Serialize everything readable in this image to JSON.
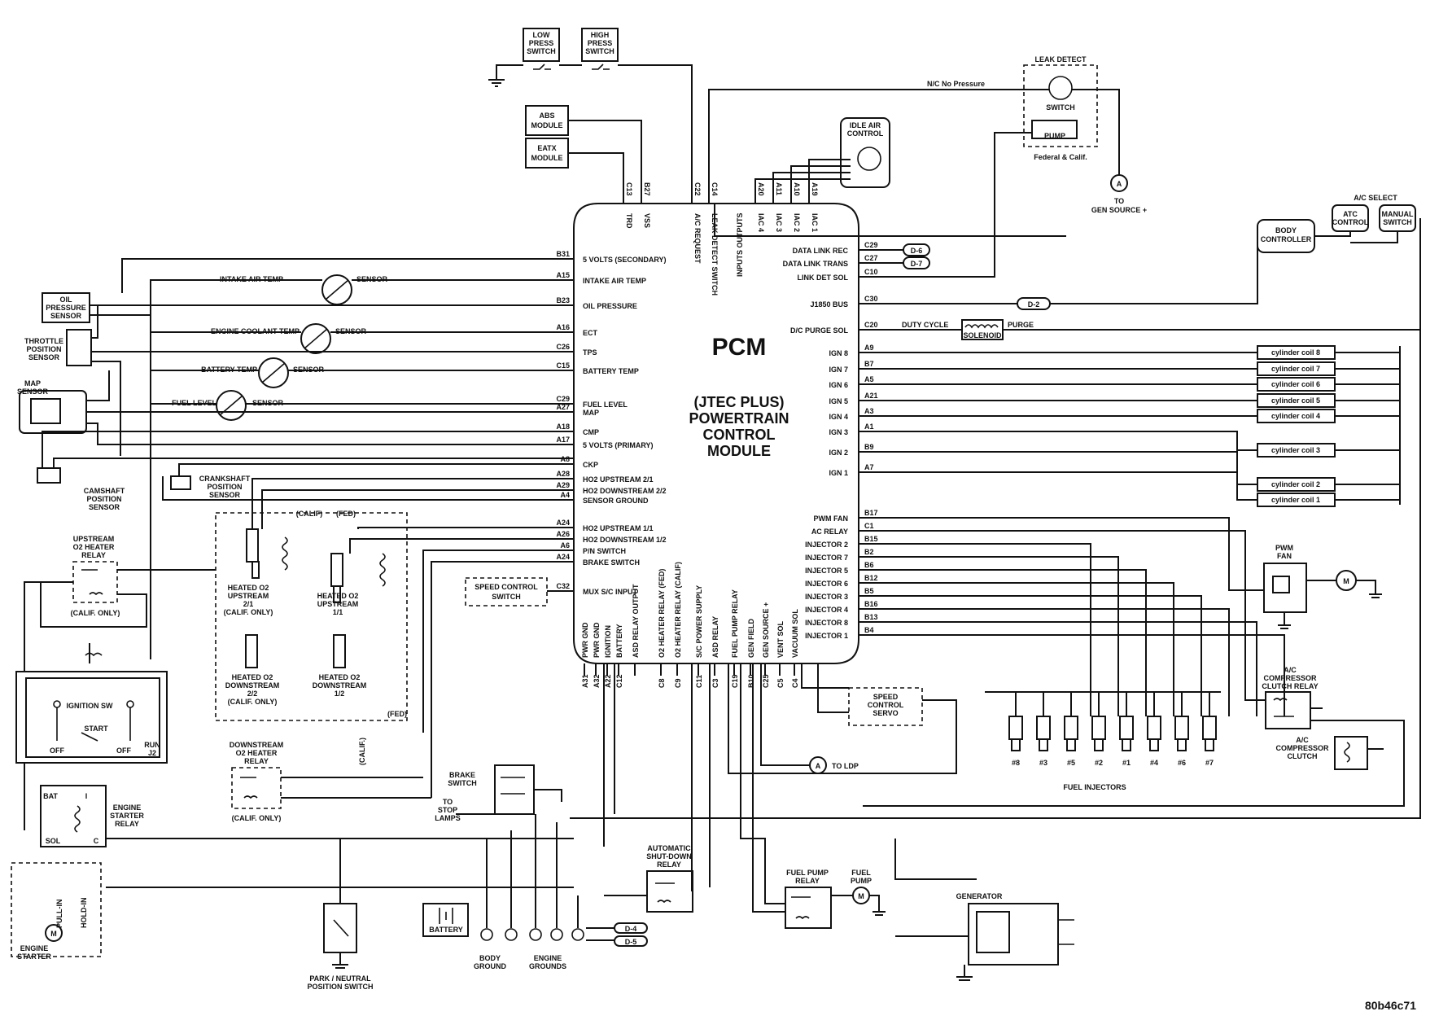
{
  "pcm": {
    "title": "PCM",
    "subtitle": [
      "(JTEC PLUS)",
      "POWERTRAIN",
      "CONTROL",
      "MODULE"
    ],
    "inputs_outputs": "INPUTS OUTPUTS"
  },
  "pins_top": [
    {
      "pin": "C13",
      "label": "TRD"
    },
    {
      "pin": "B27",
      "label": "VSS"
    },
    {
      "pin": "C22",
      "label": "A/C REQUEST"
    },
    {
      "pin": "C14",
      "label": "LEAK DETECT SWITCH"
    },
    {
      "pin": "A20",
      "label": "IAC 4"
    },
    {
      "pin": "A11",
      "label": "IAC 3"
    },
    {
      "pin": "A10",
      "label": "IAC 2"
    },
    {
      "pin": "A19",
      "label": "IAC 1"
    }
  ],
  "pins_left": [
    {
      "pin": "B31",
      "label": "5 VOLTS (SECONDARY)"
    },
    {
      "pin": "A15",
      "label": "INTAKE AIR TEMP"
    },
    {
      "pin": "B23",
      "label": "OIL PRESSURE"
    },
    {
      "pin": "A16",
      "label": "ECT"
    },
    {
      "pin": "C26",
      "label": "TPS"
    },
    {
      "pin": "C15",
      "label": "BATTERY TEMP"
    },
    {
      "pin": "C29",
      "label": "FUEL LEVEL"
    },
    {
      "pin": "A27",
      "label": "MAP"
    },
    {
      "pin": "A18",
      "label": "CMP"
    },
    {
      "pin": "A17",
      "label": "5 VOLTS (PRIMARY)"
    },
    {
      "pin": "A8",
      "label": "CKP"
    },
    {
      "pin": "A28",
      "label": "HO2 UPSTREAM 2/1"
    },
    {
      "pin": "A29",
      "label": "HO2 DOWNSTREAM 2/2"
    },
    {
      "pin": "A4",
      "label": "SENSOR GROUND"
    },
    {
      "pin": "A24",
      "label": "HO2 UPSTREAM 1/1"
    },
    {
      "pin": "A26",
      "label": "HO2 DOWNSTREAM 1/2"
    },
    {
      "pin": "A6",
      "label": "P/N SWITCH"
    },
    {
      "pin": "A24",
      "label": "BRAKE SWITCH"
    },
    {
      "pin": "C32",
      "label": "MUX S/C INPUT"
    }
  ],
  "pins_right": [
    {
      "pin": "C29",
      "label": "DATA LINK REC"
    },
    {
      "pin": "C27",
      "label": "DATA LINK TRANS"
    },
    {
      "pin": "C10",
      "label": "LINK DET SOL"
    },
    {
      "pin": "C30",
      "label": "J1850 BUS"
    },
    {
      "pin": "C20",
      "label": "D/C PURGE SOL"
    },
    {
      "pin": "A9",
      "label": "IGN 8"
    },
    {
      "pin": "B7",
      "label": "IGN 7"
    },
    {
      "pin": "A5",
      "label": "IGN 6"
    },
    {
      "pin": "A21",
      "label": "IGN 5"
    },
    {
      "pin": "A3",
      "label": "IGN 4"
    },
    {
      "pin": "A1",
      "label": "IGN 3"
    },
    {
      "pin": "B9",
      "label": "IGN 2"
    },
    {
      "pin": "A7",
      "label": "IGN 1"
    },
    {
      "pin": "B17",
      "label": "PWM FAN"
    },
    {
      "pin": "C1",
      "label": "AC RELAY"
    },
    {
      "pin": "B15",
      "label": "INJECTOR 2"
    },
    {
      "pin": "B2",
      "label": "INJECTOR 7"
    },
    {
      "pin": "B6",
      "label": "INJECTOR 5"
    },
    {
      "pin": "B12",
      "label": "INJECTOR 6"
    },
    {
      "pin": "B5",
      "label": "INJECTOR 3"
    },
    {
      "pin": "B16",
      "label": "INJECTOR 4"
    },
    {
      "pin": "B13",
      "label": "INJECTOR 8"
    },
    {
      "pin": "B4",
      "label": "INJECTOR 1"
    }
  ],
  "pins_bottom": [
    {
      "pin": "A31",
      "label": "PWR GND"
    },
    {
      "pin": "A32",
      "label": "PWR GND"
    },
    {
      "pin": "A22",
      "label": "IGNITION"
    },
    {
      "pin": "C12",
      "label": "BATTERY"
    },
    {
      "pin": "",
      "label": "ASD RELAY OUTPUT"
    },
    {
      "pin": "C8",
      "label": "O2 HEATER RELAY (FED)"
    },
    {
      "pin": "C9",
      "label": "O2 HEATER RELAY (CALIF)"
    },
    {
      "pin": "C11",
      "label": "S/C POWER SUPPLY"
    },
    {
      "pin": "C3",
      "label": "ASD RELAY"
    },
    {
      "pin": "C19",
      "label": "FUEL PUMP RELAY"
    },
    {
      "pin": "B10",
      "label": "GEN FIELD"
    },
    {
      "pin": "C25",
      "label": "GEN SOURCE +"
    },
    {
      "pin": "C5",
      "label": "VENT SOL"
    },
    {
      "pin": "C4",
      "label": "VACUUM SOL"
    }
  ],
  "components": {
    "low_press": [
      "LOW",
      "PRESS",
      "SWITCH"
    ],
    "high_press": [
      "HIGH",
      "PRESS",
      "SWITCH"
    ],
    "abs": [
      "ABS",
      "MODULE"
    ],
    "eatx": [
      "EATX",
      "MODULE"
    ],
    "idle_air": [
      "IDLE AIR",
      "CONTROL"
    ],
    "leak_detect": "LEAK DETECT",
    "nc_no_pressure": "N/C No Pressure",
    "switch": "SWITCH",
    "pump": "PUMP",
    "federal_calif": "Federal & Calif.",
    "gen_source": [
      "TO",
      "GEN SOURCE +"
    ],
    "connector_a": "A",
    "ac_select": "A/C SELECT",
    "atc": [
      "ATC",
      "CONTROL"
    ],
    "manual": [
      "MANUAL",
      "SWITCH"
    ],
    "body_controller": [
      "BODY",
      "CONTROLLER"
    ],
    "d6": "D-6",
    "d7": "D-7",
    "d2": "D-2",
    "d4": "D-4",
    "d5": "D-5",
    "duty_cycle": "DUTY CYCLE",
    "purge": "PURGE",
    "solenoid": "SOLENOID",
    "coils": [
      "cylinder coil 8",
      "cylinder coil 7",
      "cylinder coil 6",
      "cylinder coil 5",
      "cylinder coil 4",
      "cylinder coil 3",
      "cylinder coil 2",
      "cylinder coil 1"
    ],
    "oil_pressure": [
      "OIL",
      "PRESSURE",
      "SENSOR"
    ],
    "intake_air": "INTAKE AIR TEMP",
    "sensor": "SENSOR",
    "coolant": "ENGINE COOLANT TEMP",
    "throttle": [
      "THROTTLE",
      "POSITION",
      "SENSOR"
    ],
    "battery_temp": "BATTERY TEMP",
    "map_sensor": [
      "MAP",
      "SENSOR"
    ],
    "fuel_level": "FUEL LEVEL",
    "camshaft": [
      "CAMSHAFT",
      "POSITION",
      "SENSOR"
    ],
    "crankshaft": [
      "CRANKSHAFT",
      "POSITION",
      "SENSOR"
    ],
    "calif": "(CALIF)",
    "fed": "(FED)",
    "fed2": "(FED)",
    "calif_v": "(CALIF.)",
    "upstream_relay": [
      "UPSTREAM",
      "O2 HEATER",
      "RELAY"
    ],
    "calif_only": "(CALIF. ONLY)",
    "ho2_21": [
      "HEATED O2",
      "UPSTREAM",
      "2/1",
      "(CALIF. ONLY)"
    ],
    "ho2_11": [
      "HEATED O2",
      "UPSTREAM",
      "1/1"
    ],
    "ho2_22": [
      "HEATED O2",
      "DOWNSTREAM",
      "2/2",
      "(CALIF. ONLY)"
    ],
    "ho2_12": [
      "HEATED O2",
      "DOWNSTREAM",
      "1/2"
    ],
    "speed_switch": [
      "SPEED CONTROL",
      "SWITCH"
    ],
    "ignition_sw": "IGNITION SW",
    "start": "START",
    "off": "OFF",
    "run": [
      "RUN",
      "J2"
    ],
    "downstream_relay": [
      "DOWNSTREAM",
      "O2 HEATER",
      "RELAY"
    ],
    "bat": "BAT",
    "sol": "SOL",
    "c": "C",
    "i": "I",
    "starter_relay": [
      "ENGINE",
      "STARTER",
      "RELAY"
    ],
    "pull_in": "PULL-IN",
    "hold_in": "HOLD-IN",
    "engine_starter": [
      "ENGINE",
      "STARTER"
    ],
    "m": "M",
    "park_neutral": [
      "PARK / NEUTRAL",
      "POSITION SWITCH"
    ],
    "brake_switch": [
      "BRAKE",
      "SWITCH"
    ],
    "stop_lamps": [
      "TO",
      "STOP",
      "LAMPS"
    ],
    "battery": "BATTERY",
    "body_ground": [
      "BODY",
      "GROUND"
    ],
    "engine_grounds": [
      "ENGINE",
      "GROUNDS"
    ],
    "asd_relay": [
      "AUTOMATIC",
      "SHUT-DOWN",
      "RELAY"
    ],
    "to_ldp": "TO LDP",
    "speed_servo": [
      "SPEED",
      "CONTROL",
      "SERVO"
    ],
    "fuel_pump_relay": [
      "FUEL PUMP",
      "RELAY"
    ],
    "fuel_pump": [
      "FUEL",
      "PUMP"
    ],
    "generator": "GENERATOR",
    "pwm_fan": [
      "PWM",
      "FAN"
    ],
    "injector_labels": [
      "#8",
      "#3",
      "#5",
      "#2",
      "#1",
      "#4",
      "#6",
      "#7"
    ],
    "fuel_injectors": "FUEL INJECTORS",
    "ac_clutch_relay": [
      "A/C",
      "COMPRESSOR",
      "CLUTCH RELAY"
    ],
    "ac_clutch": [
      "A/C",
      "COMPRESSOR",
      "CLUTCH"
    ],
    "figure_code": "80b46c71"
  }
}
